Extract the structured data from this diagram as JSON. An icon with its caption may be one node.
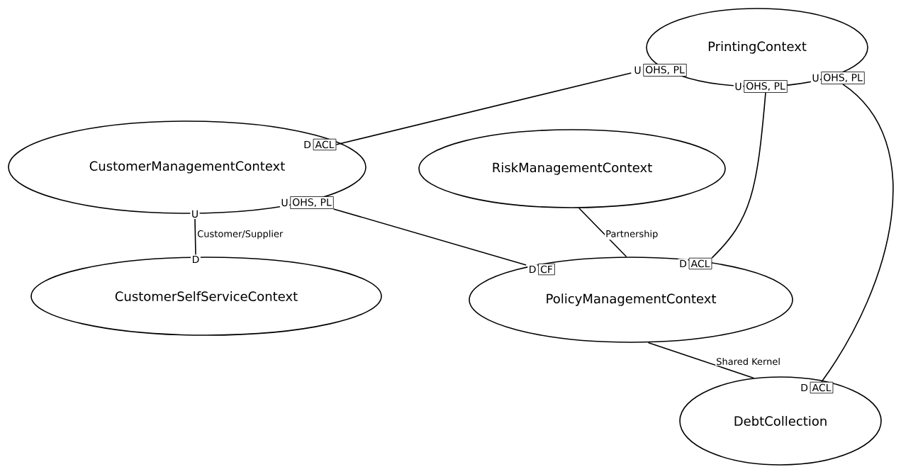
{
  "diagram": {
    "nodes": [
      {
        "text": [
          "PrintingContext"
        ]
      },
      {
        "text": [
          "CustomerManagementContext"
        ]
      },
      {
        "text": [
          "RiskManagementContext"
        ]
      },
      {
        "text": [
          "CustomerSelfServiceContext"
        ]
      },
      {
        "text": [
          "PolicyManagementContext"
        ]
      },
      {
        "text": [
          "DebtCollection"
        ]
      },
      {
        "text": [
          "OHS, PL"
        ],
        "beside": [
          "U"
        ]
      },
      {
        "text": [
          "OHS, PL"
        ],
        "beside": [
          "U"
        ]
      },
      {
        "text": [
          "OHS, PL"
        ],
        "beside": [
          "U"
        ]
      },
      {
        "text": [
          "ACL"
        ],
        "beside": [
          "D"
        ],
        "in": 1
      },
      {
        "text": [
          "OHS, PL"
        ],
        "beside": [
          "U"
        ]
      },
      {
        "text": [
          "U"
        ]
      },
      {
        "text": [
          "D"
        ]
      },
      {
        "text": [
          "CF"
        ],
        "beside": [
          "D"
        ],
        "in": 4
      },
      {
        "text": [
          "ACL"
        ],
        "beside": [
          "D"
        ],
        "in": 4
      },
      {
        "text": [
          "ACL"
        ],
        "beside": [
          "D"
        ],
        "in": 5
      }
    ],
    "edges": [
      {
        "from": 6,
        "to": 9,
        "arrow": "none"
      },
      {
        "from": 10,
        "to": 13,
        "arrow": "none"
      },
      {
        "from": 7,
        "to": 14,
        "arrow": "none"
      },
      {
        "from": 8,
        "to": 15,
        "arrow": "none"
      },
      {
        "from": 11,
        "to": 12,
        "arrow": "none",
        "label": "Customer/Supplier"
      },
      {
        "from": 2,
        "to": 4,
        "arrow": "none",
        "label": "Partnership"
      },
      {
        "from": 4,
        "to": 5,
        "arrow": "none",
        "label": "Shared Kernel"
      }
    ]
  }
}
